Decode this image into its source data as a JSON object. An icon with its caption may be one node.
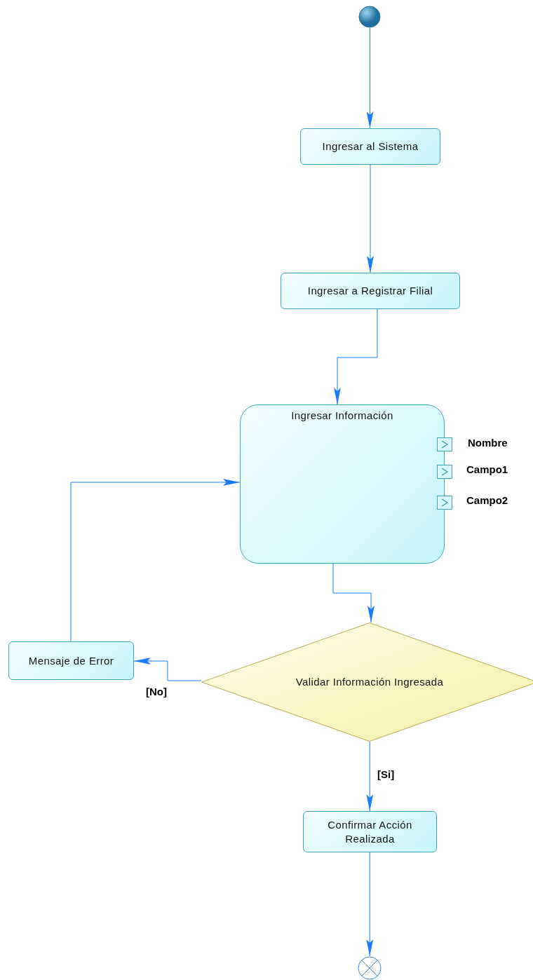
{
  "diagram": {
    "nodes": [
      {
        "text": [],
        "shape": "circle"
      },
      {
        "text": [
          "Ingresar al Sistema"
        ]
      },
      {
        "text": [
          "Ingresar a Registrar Filial"
        ]
      },
      {
        "text": [
          "Ingresar Información"
        ]
      },
      {
        "text": [],
        "shape": "box",
        "beside": [
          "Nombre"
        ]
      },
      {
        "text": [],
        "shape": "box",
        "beside": [
          "Campo1"
        ]
      },
      {
        "text": [],
        "shape": "box",
        "beside": [
          "Campo2"
        ]
      },
      {
        "text": [
          "Mensaje de Error"
        ]
      },
      {
        "text": [
          "Validar Información Ingresada"
        ]
      },
      {
        "text": [
          "Confirmar Acción Realizada"
        ]
      },
      {
        "text": [],
        "shape": "circle"
      }
    ],
    "edges": [
      {
        "from": 0,
        "to": 1,
        "arrow": "to"
      },
      {
        "from": 1,
        "to": 2,
        "arrow": "to"
      },
      {
        "from": 2,
        "to": 3,
        "arrow": "to"
      },
      {
        "from": 3,
        "to": 8,
        "arrow": "to"
      },
      {
        "from": 8,
        "to": 7,
        "arrow": "to",
        "label": "[No]"
      },
      {
        "from": 7,
        "to": 3,
        "arrow": "to"
      },
      {
        "from": 8,
        "to": 9,
        "arrow": "to",
        "label": "[Si]"
      },
      {
        "from": 9,
        "to": 10,
        "arrow": "to"
      }
    ]
  }
}
